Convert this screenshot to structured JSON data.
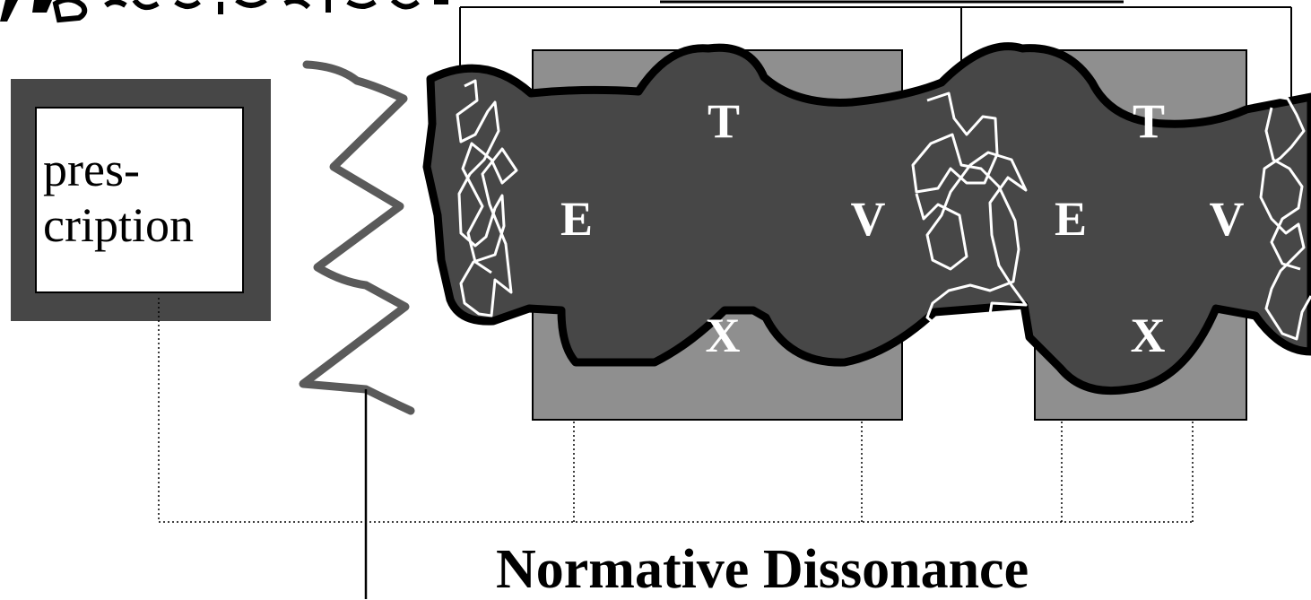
{
  "prescription_box": {
    "line1": "pres-",
    "line2": "cription"
  },
  "segments": [
    {
      "top": "T",
      "left": "E",
      "right": "V",
      "bottom": "X"
    },
    {
      "top": "T",
      "left": "E",
      "right": "V",
      "bottom": "X"
    }
  ],
  "bottom_title": "Normative Dissonance",
  "colors": {
    "dark_fill": "#474747",
    "light_box": "#8f8f8f",
    "outline": "#000000",
    "scribble": "#ffffff",
    "zigzag": "#5a5a5a",
    "background": "#ffffff"
  }
}
